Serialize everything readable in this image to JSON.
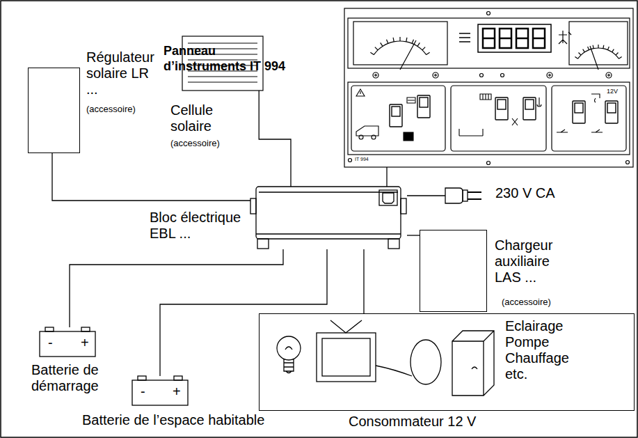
{
  "diagram": {
    "nodes": [
      {
        "text": [
          "Panneau d’instruments IT 994"
        ]
      },
      {
        "text": [
          "Régulateur solaire LR ...",
          "(accessoire)"
        ]
      },
      {
        "text": [
          "Cellule solaire",
          "(accessoire)"
        ]
      },
      {
        "text": [
          "Bloc électrique EBL ..."
        ]
      },
      {
        "text": [
          "230 V CA"
        ]
      },
      {
        "text": [
          "Chargeur auxiliaire LAS ...",
          "(accessoire)"
        ]
      },
      {
        "text": [
          "Batterie de démarrage"
        ]
      },
      {
        "text": [
          "Eclairage Pompe Chauffage etc.",
          "Consommateur 12 V"
        ]
      },
      {
        "text": [
          "Batterie de l’espace habitable"
        ]
      }
    ],
    "edges": [
      {
        "from": 3,
        "to": 0,
        "arrow": "none"
      },
      {
        "from": 3,
        "to": 1,
        "arrow": "none"
      },
      {
        "from": 3,
        "to": 2,
        "arrow": "none"
      },
      {
        "from": 3,
        "to": 4,
        "arrow": "none"
      },
      {
        "from": 3,
        "to": 5,
        "arrow": "none"
      },
      {
        "from": 3,
        "to": 6,
        "arrow": "none"
      },
      {
        "from": 3,
        "to": 7,
        "arrow": "none"
      },
      {
        "from": 3,
        "to": 8,
        "arrow": "none"
      }
    ],
    "labels": [
      "IT 994",
      "12V",
      "-",
      "+",
      "-",
      "+"
    ]
  }
}
